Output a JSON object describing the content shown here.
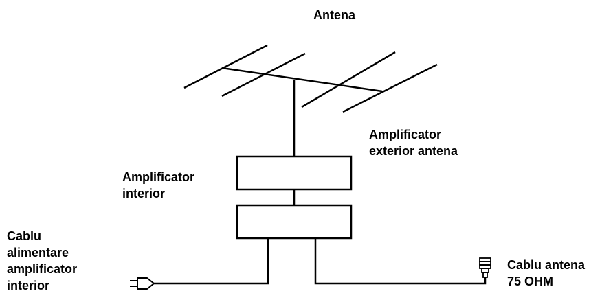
{
  "labels": {
    "antenna": "Antena",
    "exterior_amplifier": [
      "Amplificator",
      "exterior antena"
    ],
    "interior_amplifier": [
      "Amplificator",
      "interior"
    ],
    "power_cable": [
      "Cablu",
      "alimentare",
      "amplificator",
      "interior"
    ],
    "antenna_cable": [
      "Cablu antena",
      "75 OHM"
    ]
  },
  "icons": {
    "power_plug": "power-plug-icon",
    "coax_connector": "coax-connector-icon"
  },
  "colors": {
    "stroke": "#000000",
    "background": "#ffffff"
  }
}
